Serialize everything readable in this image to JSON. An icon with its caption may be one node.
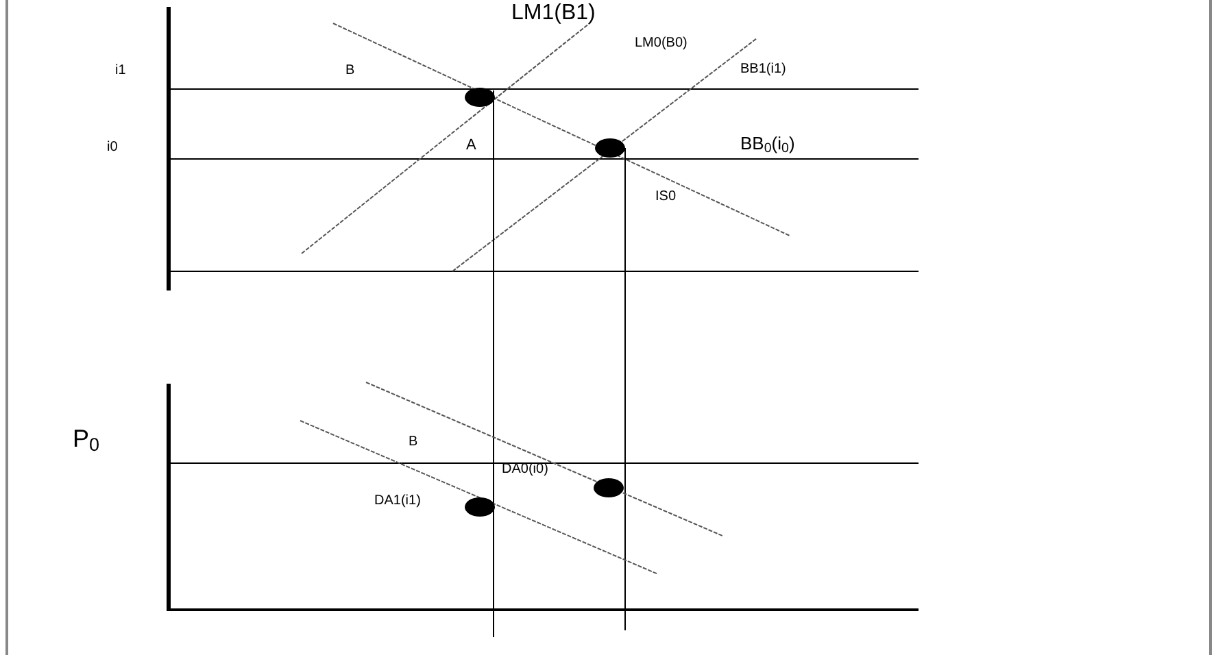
{
  "diagram": {
    "labels": [
      "i1",
      "B",
      "i0",
      "A",
      "LM1(B1)",
      "LM0(B0)",
      "BB1(i1)",
      "BB$_{0}$(i$_{0}$)",
      "IS0",
      "P$_{0}$",
      "B",
      "DA0(i0)",
      "DA1(i1)"
    ]
  }
}
